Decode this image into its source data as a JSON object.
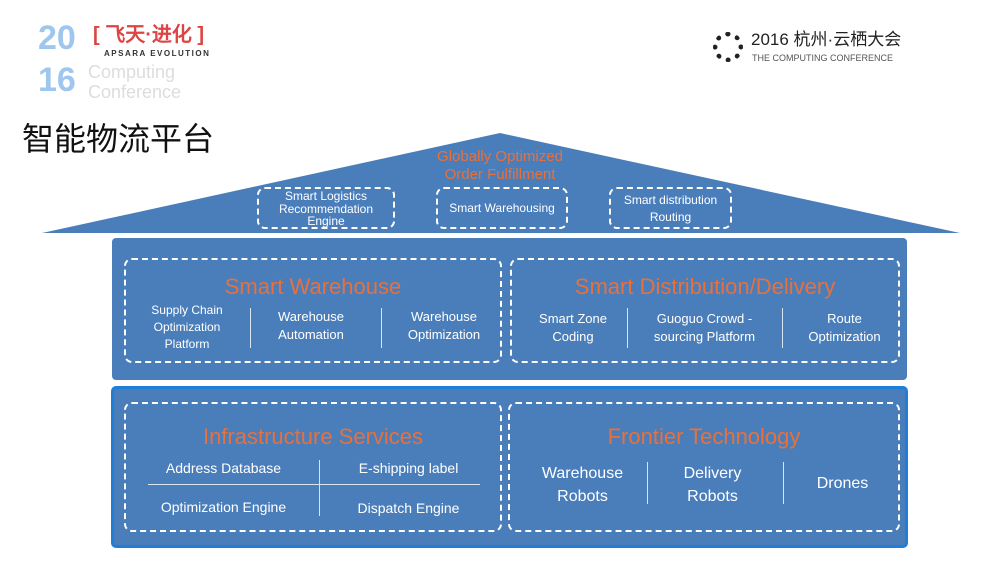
{
  "header": {
    "logo_left": {
      "year_top": "20",
      "year_bottom": "16",
      "cn": "[ 飞天·进化 ]",
      "en": "APSARA EVOLUTION",
      "sub1": "Computing",
      "sub2": "Conference"
    },
    "logo_right": {
      "title": "2016 杭州·云栖大会",
      "subtitle": "THE COMPUTING CONFERENCE"
    },
    "title": "智能物流平台"
  },
  "colors": {
    "blue": "#4a7ebb",
    "accent_orange": "#e8703a",
    "border_blue": "#1f7fd8"
  },
  "roof": {
    "title_line1": "Globally Optimized",
    "title_line2": "Order Fulfillment",
    "items": [
      "Smart Logistics Recommendation Engine",
      "Smart Warehousing",
      "Smart distribution Routing"
    ]
  },
  "middle": {
    "warehouse": {
      "title": "Smart Warehouse",
      "items": [
        "Supply Chain Optimization Platform",
        "Warehouse Automation",
        "Warehouse Optimization"
      ]
    },
    "distribution": {
      "title": "Smart Distribution/Delivery",
      "items": [
        "Smart Zone Coding",
        "Guoguo Crowd -sourcing Platform",
        "Route Optimization"
      ]
    }
  },
  "bottom": {
    "infra": {
      "title": "Infrastructure Services",
      "items": [
        "Address Database",
        "E-shipping label",
        "Optimization Engine",
        "Dispatch Engine"
      ]
    },
    "frontier": {
      "title": "Frontier Technology",
      "items": [
        "Warehouse Robots",
        "Delivery Robots",
        "Drones"
      ]
    }
  }
}
